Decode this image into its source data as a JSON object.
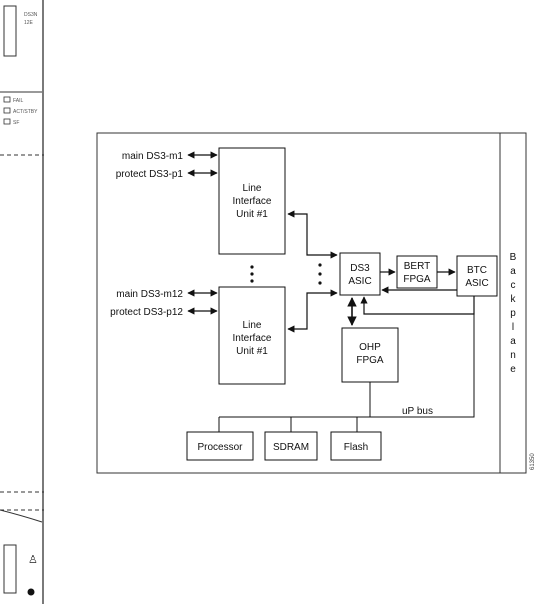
{
  "card_faceplate": {
    "top_label_line1": "DS3N",
    "top_label_line2": "12E",
    "leds": [
      {
        "label": "FAIL"
      },
      {
        "label": "ACT/STBY"
      },
      {
        "label": "SF"
      }
    ]
  },
  "diagram": {
    "ports_top": [
      {
        "label": "main DS3-m1"
      },
      {
        "label": "protect DS3-p1"
      }
    ],
    "ports_bottom": [
      {
        "label": "main DS3-m12"
      },
      {
        "label": "protect DS3-p12"
      }
    ],
    "liu_top": {
      "line1": "Line",
      "line2": "Interface",
      "line3": "Unit #1"
    },
    "liu_bottom": {
      "line1": "Line",
      "line2": "Interface",
      "line3": "Unit #1"
    },
    "ds3_asic": {
      "line1": "DS3",
      "line2": "ASIC"
    },
    "bert_fpga": {
      "line1": "BERT",
      "line2": "FPGA"
    },
    "btc_asic": {
      "line1": "BTC",
      "line2": "ASIC"
    },
    "ohp_fpga": {
      "line1": "OHP",
      "line2": "FPGA"
    },
    "bus_label": "uP bus",
    "processor": "Processor",
    "sdram": "SDRAM",
    "flash": "Flash",
    "backplane_letters": [
      "B",
      "a",
      "c",
      "k",
      "p",
      "l",
      "a",
      "n",
      "e"
    ],
    "figure_id": "61350"
  }
}
